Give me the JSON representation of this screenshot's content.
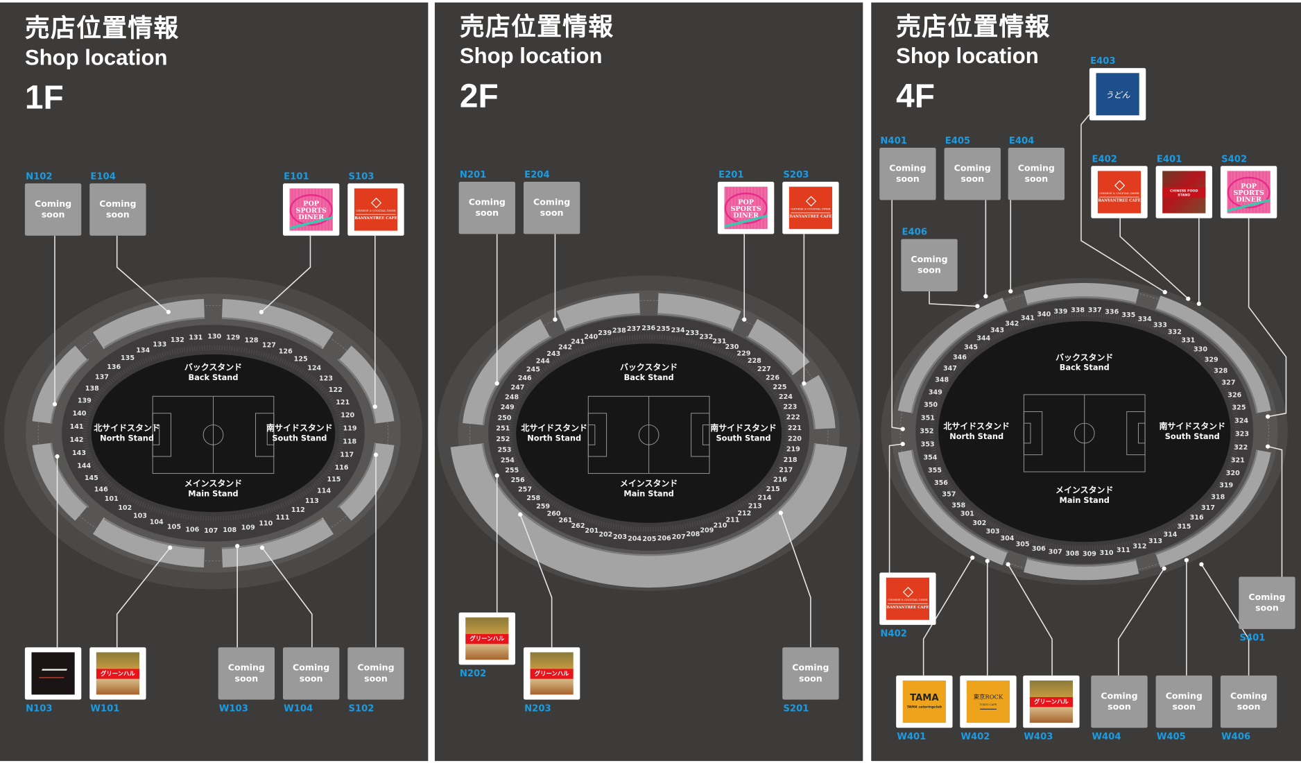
{
  "header": {
    "title_jp": "売店位置情報",
    "title_en": "Shop location"
  },
  "stands": {
    "back_jp": "バックスタンド",
    "back_en": "Back Stand",
    "north_jp": "北サイドスタンド",
    "north_en": "North Stand",
    "south_jp": "南サイドスタンド",
    "south_en": "South Stand",
    "main_jp": "メインスタンド",
    "main_en": "Main Stand"
  },
  "logos": {
    "pop-sports-diner": "POP SPORTS DINER",
    "banyantree-cafe": {
      "sub": "CHINESE & COCKTAIL DINER",
      "name": "BANYANTREE CAFE"
    },
    "green-haru": "グリーンハル",
    "udon": "うどん",
    "chinese-food-stand": "CHINESE FOOD STAND",
    "tama": {
      "name": "TAMA",
      "sub": "TAMA cateringclub"
    },
    "tokyo-rock": {
      "name": "東京ROCK",
      "sub": "TOKYO CAFE"
    }
  },
  "panels": [
    {
      "floor": "1F",
      "sections": [
        "101",
        "102",
        "103",
        "104",
        "105",
        "106",
        "107",
        "108",
        "109",
        "110",
        "111",
        "112",
        "113",
        "114",
        "115",
        "116",
        "117",
        "118",
        "119",
        "120",
        "121",
        "122",
        "123",
        "124",
        "125",
        "126",
        "127",
        "128",
        "129",
        "130",
        "131",
        "132",
        "133",
        "134",
        "135",
        "136",
        "137",
        "138",
        "139",
        "140",
        "141",
        "142",
        "143",
        "144",
        "145",
        "146"
      ],
      "shops": [
        {
          "id": "N102",
          "status": "Coming\nsoon"
        },
        {
          "id": "E104",
          "status": "Coming\nsoon"
        },
        {
          "id": "E101",
          "logo": "pop-sports-diner"
        },
        {
          "id": "S103",
          "logo": "banyantree-cafe"
        },
        {
          "id": "N103",
          "logo": "ebi-logo"
        },
        {
          "id": "W101",
          "logo": "green-haru"
        },
        {
          "id": "W103",
          "status": "Coming\nsoon"
        },
        {
          "id": "W104",
          "status": "Coming\nsoon"
        },
        {
          "id": "S102",
          "status": "Coming\nsoon"
        }
      ]
    },
    {
      "floor": "2F",
      "sections": [
        "201",
        "202",
        "203",
        "204",
        "205",
        "206",
        "207",
        "208",
        "209",
        "210",
        "211",
        "212",
        "213",
        "214",
        "215",
        "216",
        "217",
        "218",
        "219",
        "220",
        "221",
        "222",
        "223",
        "224",
        "225",
        "226",
        "227",
        "228",
        "229",
        "230",
        "231",
        "232",
        "233",
        "234",
        "235",
        "236",
        "237",
        "238",
        "239",
        "240",
        "241",
        "242",
        "243",
        "244",
        "245",
        "246",
        "247",
        "248",
        "249",
        "250",
        "251",
        "252",
        "253",
        "254",
        "255",
        "256",
        "257",
        "258",
        "259",
        "260",
        "261",
        "262"
      ],
      "shops": [
        {
          "id": "N201",
          "status": "Coming\nsoon"
        },
        {
          "id": "E204",
          "status": "Coming\nsoon"
        },
        {
          "id": "E201",
          "logo": "pop-sports-diner"
        },
        {
          "id": "S203",
          "logo": "banyantree-cafe"
        },
        {
          "id": "N202",
          "logo": "green-haru"
        },
        {
          "id": "N203",
          "logo": "green-haru"
        },
        {
          "id": "S201",
          "status": "Coming\nsoon"
        }
      ]
    },
    {
      "floor": "4F",
      "sections": [
        "301",
        "302",
        "303",
        "304",
        "305",
        "306",
        "307",
        "308",
        "309",
        "310",
        "311",
        "312",
        "313",
        "314",
        "315",
        "316",
        "317",
        "318",
        "319",
        "320",
        "321",
        "322",
        "323",
        "324",
        "325",
        "326",
        "327",
        "328",
        "329",
        "330",
        "331",
        "332",
        "333",
        "334",
        "335",
        "336",
        "337",
        "338",
        "339",
        "340",
        "341",
        "342",
        "343",
        "344",
        "345",
        "346",
        "347",
        "348",
        "349",
        "350",
        "351",
        "352",
        "353",
        "354",
        "355",
        "356",
        "357",
        "358"
      ],
      "shops": [
        {
          "id": "E403",
          "logo": "udon"
        },
        {
          "id": "N401",
          "status": "Coming\nsoon"
        },
        {
          "id": "E405",
          "status": "Coming\nsoon"
        },
        {
          "id": "E404",
          "status": "Coming\nsoon"
        },
        {
          "id": "E406",
          "status": "Coming\nsoon"
        },
        {
          "id": "E402",
          "logo": "banyantree-cafe"
        },
        {
          "id": "E401",
          "logo": "chinese-food-stand"
        },
        {
          "id": "S402",
          "logo": "pop-sports-diner"
        },
        {
          "id": "N402",
          "logo": "banyantree-cafe"
        },
        {
          "id": "S401",
          "status": "Coming\nsoon"
        },
        {
          "id": "W401",
          "logo": "tama"
        },
        {
          "id": "W402",
          "logo": "tokyo-rock"
        },
        {
          "id": "W403",
          "logo": "green-haru"
        },
        {
          "id": "W404",
          "status": "Coming\nsoon"
        },
        {
          "id": "W405",
          "status": "Coming\nsoon"
        },
        {
          "id": "W406",
          "status": "Coming\nsoon"
        }
      ]
    }
  ],
  "colors": {
    "panel": "#3d3a3a",
    "shop_id": "#1b9ce2",
    "coming_soon": "#9a9a9a"
  }
}
